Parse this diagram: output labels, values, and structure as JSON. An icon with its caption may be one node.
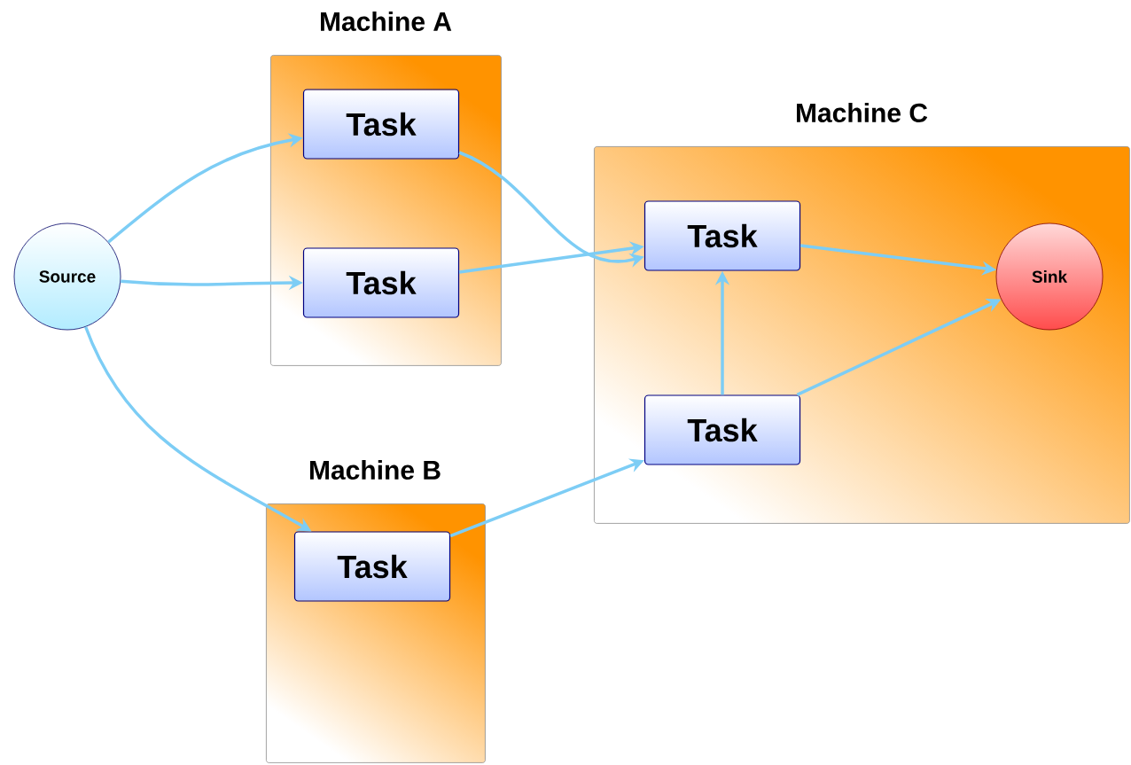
{
  "diagram": {
    "nodes": [
      {
        "text": [
          "Source"
        ]
      },
      {
        "text": [
          "Machine A"
        ]
      },
      {
        "text": [
          "Task"
        ],
        "in": 1
      },
      {
        "text": [
          "Task"
        ],
        "in": 1
      },
      {
        "text": [
          "Machine C"
        ]
      },
      {
        "text": [
          "Task"
        ],
        "in": 4
      },
      {
        "text": [
          "Sink"
        ],
        "in": 4
      },
      {
        "text": [
          "Task"
        ],
        "in": 4
      },
      {
        "text": [
          "Machine B"
        ]
      },
      {
        "text": [
          "Task"
        ],
        "in": 8
      }
    ],
    "edges": [
      {
        "from": 0,
        "to": 2,
        "arrow": "to"
      },
      {
        "from": 0,
        "to": 3,
        "arrow": "to"
      },
      {
        "from": 0,
        "to": 9,
        "arrow": "to"
      },
      {
        "from": 2,
        "to": 5,
        "arrow": "to"
      },
      {
        "from": 3,
        "to": 5,
        "arrow": "to"
      },
      {
        "from": 9,
        "to": 7,
        "arrow": "to"
      },
      {
        "from": 7,
        "to": 5,
        "arrow": "to"
      },
      {
        "from": 5,
        "to": 6,
        "arrow": "to"
      },
      {
        "from": 7,
        "to": 6,
        "arrow": "to"
      }
    ]
  }
}
